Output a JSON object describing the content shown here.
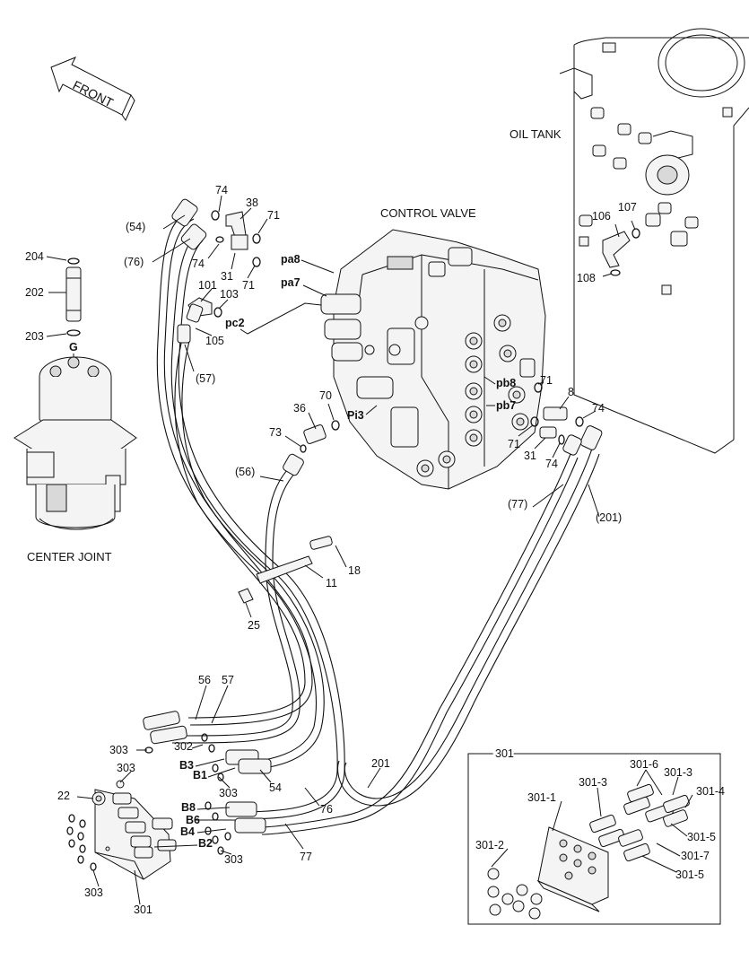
{
  "titles": {
    "oil_tank": "OIL TANK",
    "control_valve": "CONTROL VALVE",
    "center_joint": "CENTER JOINT",
    "front": "FRONT"
  },
  "ports": {
    "pa8": "pa8",
    "pa7": "pa7",
    "pc2": "pc2",
    "pi3": "Pi3",
    "pb8": "pb8",
    "pb7": "pb7",
    "g": "G",
    "b3": "B3",
    "b1": "B1",
    "b8": "B8",
    "b6": "B6",
    "b4": "B4",
    "b2": "B2"
  },
  "callouts": {
    "c204": "204",
    "c202": "202",
    "c203": "203",
    "c54": "(54)",
    "c76": "(76)",
    "c57": "(57)",
    "c56": "(56)",
    "c77": "(77)",
    "c201": "(201)",
    "c74a": "74",
    "c38": "38",
    "c71a": "71",
    "c74b": "74",
    "c31a": "31",
    "c71b": "71",
    "c101": "101",
    "c103": "103",
    "c105": "105",
    "c106": "106",
    "c107": "107",
    "c108": "108",
    "c70": "70",
    "c36": "36",
    "c73": "73",
    "c71c": "71",
    "c8": "8",
    "c74c": "74",
    "c71d": "71",
    "c31b": "31",
    "c74d": "74",
    "c18": "18",
    "c11": "11",
    "c25": "25",
    "n56": "56",
    "n57": "57",
    "c303a": "303",
    "c302": "302",
    "c303b": "303",
    "c303c": "303",
    "c303d": "303",
    "c303e": "303",
    "c54b": "54",
    "c201b": "201",
    "c76b": "76",
    "c77b": "77",
    "c22": "22",
    "c301a": "301"
  },
  "inset": {
    "title": "301",
    "labels": {
      "i301_1": "301-1",
      "i301_2": "301-2",
      "i301_3a": "301-3",
      "i301_6": "301-6",
      "i301_3b": "301-3",
      "i301_4": "301-4",
      "i301_5a": "301-5",
      "i301_7": "301-7",
      "i301_5b": "301-5"
    }
  }
}
